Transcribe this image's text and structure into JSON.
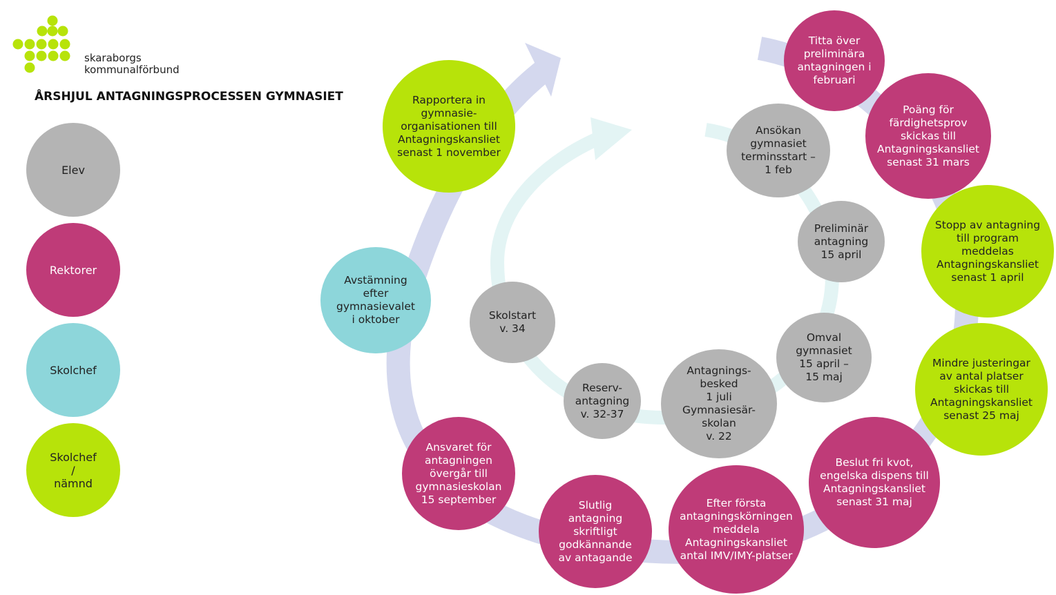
{
  "logo": {
    "line1": "skaraborgs",
    "line2": "kommunalförbund"
  },
  "title": "ÅRSHJUL ANTAGNINGSPROCESSEN GYMNASIET",
  "colors": {
    "elev": "#b4b4b4",
    "rektorer": "#bf3b78",
    "skolchef": "#8dd6da",
    "namnd": "#b7e30a",
    "outer_arrow": "#d4d8ee",
    "inner_arrow": "#e3f4f4",
    "logo_dots": "#b7e30a"
  },
  "legend": [
    {
      "label": "Elev",
      "category": "elev"
    },
    {
      "label": "Rektorer",
      "category": "rektor"
    },
    {
      "label": "Skolchef",
      "category": "skolchef"
    },
    {
      "label": "Skolchef\n/\nnämnd",
      "category": "namnd"
    }
  ],
  "steps": [
    {
      "id": "titta",
      "category": "rektor",
      "text": "Titta över\npreliminära\nantagningen i\nfebruari"
    },
    {
      "id": "poang",
      "category": "rektor",
      "text": "Poäng för\nfärdighetsprov\nskickas till\nAntagningskansliet\nsenast 31 mars"
    },
    {
      "id": "stopp",
      "category": "namnd",
      "text": "Stopp av antagning\ntill program\nmeddelas\nAntagningskansliet\nsenast 1 april"
    },
    {
      "id": "mindre",
      "category": "namnd",
      "text": "Mindre justeringar\nav antal platser\nskickas till\nAntagningskansliet\nsenast 25 maj"
    },
    {
      "id": "beslut",
      "category": "rektor",
      "text": "Beslut fri kvot,\nengelska dispens till\nAntagningskansliet\nsenast 31 maj"
    },
    {
      "id": "efter",
      "category": "rektor",
      "text": "Efter första\nantagningskörningen\nmeddela\nAntagningskansliet\nantal IMV/IMY-platser"
    },
    {
      "id": "slutlig",
      "category": "rektor",
      "text": "Slutlig\nantagning\nskriftligt\ngodkännande\nav antagande"
    },
    {
      "id": "ansvaret",
      "category": "rektor",
      "text": "Ansvaret för\nantagningen\növergår till\ngymnasieskolan\n15 september"
    },
    {
      "id": "avstamning",
      "category": "skolchef",
      "text": "Avstämning\nefter\ngymnasievalet\ni oktober"
    },
    {
      "id": "rapportera",
      "category": "namnd",
      "text": "Rapportera in\ngymnasie-\norganisationen till\nAntagningskansliet\nsenast 1 november"
    },
    {
      "id": "ansokan",
      "category": "elev",
      "text": "Ansökan\ngymnasiet\nterminsstart –\n1 feb"
    },
    {
      "id": "prelim",
      "category": "elev",
      "text": "Preliminär\nantagning\n15 april"
    },
    {
      "id": "omval",
      "category": "elev",
      "text": "Omval\ngymnasiet\n15 april –\n15 maj"
    },
    {
      "id": "besked",
      "category": "elev",
      "text": "Antagnings-\nbesked\n1 juli\nGymnasiesär-\nskolan\nv. 22"
    },
    {
      "id": "reserv",
      "category": "elev",
      "text": "Reserv-\nantagning\nv. 32-37"
    },
    {
      "id": "skolstart",
      "category": "elev",
      "text": "Skolstart\nv. 34"
    }
  ]
}
